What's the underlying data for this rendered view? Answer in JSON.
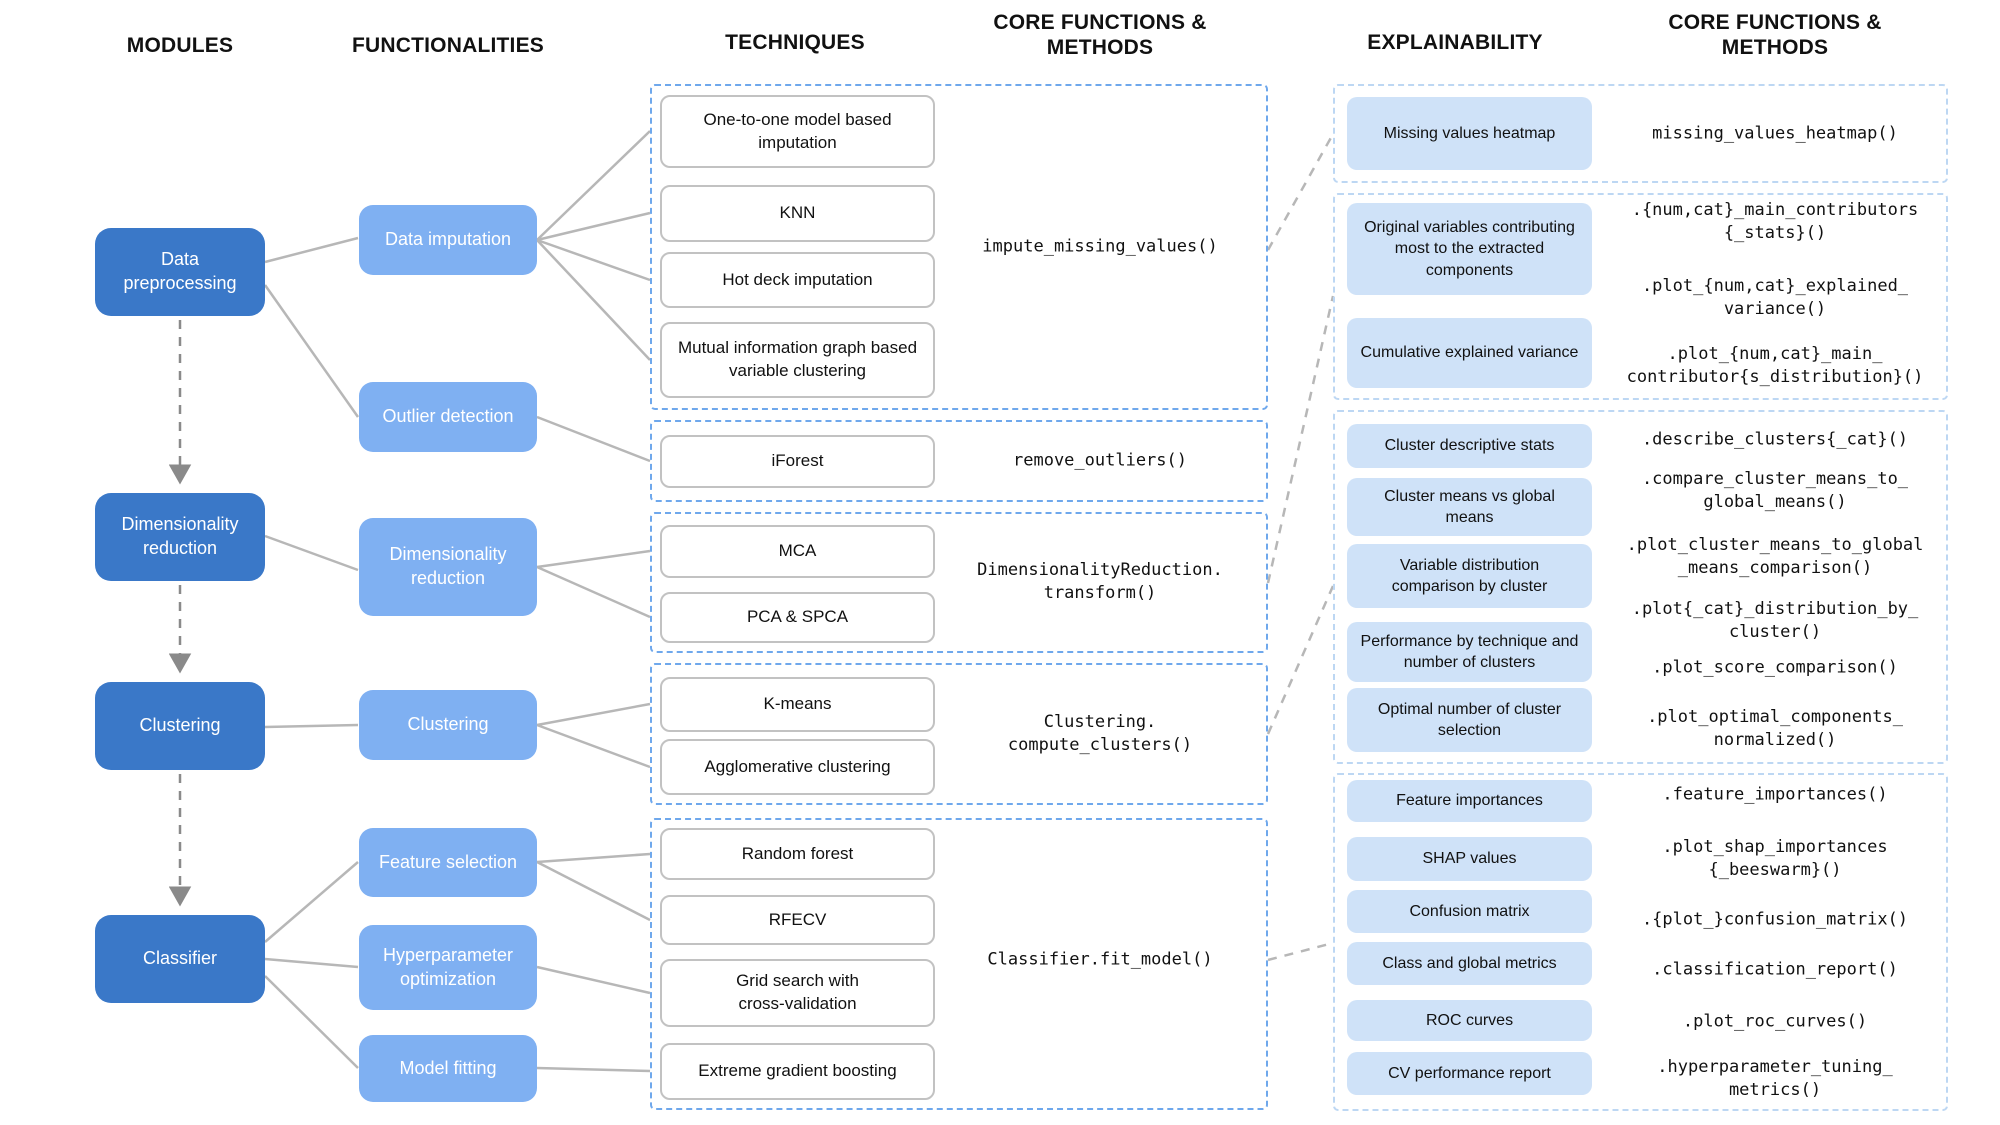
{
  "headers": {
    "modules": "MODULES",
    "functionalities": "FUNCTIONALITIES",
    "techniques": "TECHNIQUES",
    "core_functions_left": "CORE FUNCTIONS &\nMETHODS",
    "explainability": "EXPLAINABILITY",
    "core_functions_right": "CORE FUNCTIONS &\nMETHODS"
  },
  "modules": [
    {
      "label": "Data preprocessing"
    },
    {
      "label": "Dimensionality reduction"
    },
    {
      "label": "Clustering"
    },
    {
      "label": "Classifier"
    }
  ],
  "functionalities": [
    {
      "label": "Data imputation"
    },
    {
      "label": "Outlier detection"
    },
    {
      "label": "Dimensionality reduction"
    },
    {
      "label": "Clustering"
    },
    {
      "label": "Feature selection"
    },
    {
      "label": "Hyperparameter optimization"
    },
    {
      "label": "Model fitting"
    }
  ],
  "techniques": [
    {
      "label": "One-to-one model based imputation"
    },
    {
      "label": "KNN"
    },
    {
      "label": "Hot deck imputation"
    },
    {
      "label": "Mutual information graph based variable clustering"
    },
    {
      "label": "iForest"
    },
    {
      "label": "MCA"
    },
    {
      "label": "PCA & SPCA"
    },
    {
      "label": "K-means"
    },
    {
      "label": "Agglomerative clustering"
    },
    {
      "label": "Random forest"
    },
    {
      "label": "RFECV"
    },
    {
      "label": "Grid search with\ncross-validation"
    },
    {
      "label": "Extreme gradient boosting"
    }
  ],
  "core_functions": [
    {
      "label": "impute_missing_values()"
    },
    {
      "label": "remove_outliers()"
    },
    {
      "label": "DimensionalityReduction.\ntransform()"
    },
    {
      "label": "Clustering.\ncompute_clusters()"
    },
    {
      "label": "Classifier.fit_model()"
    }
  ],
  "explainability": [
    {
      "label": "Missing values heatmap"
    },
    {
      "label": "Original variables contributing most to the extracted components"
    },
    {
      "label": "Cumulative explained variance"
    },
    {
      "label": "Cluster descriptive stats"
    },
    {
      "label": "Cluster means vs global means"
    },
    {
      "label": "Variable distribution comparison by cluster"
    },
    {
      "label": "Performance by technique and number of clusters"
    },
    {
      "label": "Optimal number of cluster selection"
    },
    {
      "label": "Feature importances"
    },
    {
      "label": "SHAP values"
    },
    {
      "label": "Confusion matrix"
    },
    {
      "label": "Class and global metrics"
    },
    {
      "label": "ROC curves"
    },
    {
      "label": "CV performance report"
    }
  ],
  "explain_functions": [
    {
      "label": "missing_values_heatmap()"
    },
    {
      "label": ".{num,cat}_main_contributors\n{_stats}()"
    },
    {
      "label": ".plot_{num,cat}_explained_\nvariance()"
    },
    {
      "label": ".plot_{num,cat}_main_\ncontributor{s_distribution}()"
    },
    {
      "label": ".describe_clusters{_cat}()"
    },
    {
      "label": ".compare_cluster_means_to_\nglobal_means()"
    },
    {
      "label": ".plot_cluster_means_to_global\n_means_comparison()"
    },
    {
      "label": ".plot{_cat}_distribution_by_\ncluster()"
    },
    {
      "label": ".plot_score_comparison()"
    },
    {
      "label": ".plot_optimal_components_\nnormalized()"
    },
    {
      "label": ".feature_importances()"
    },
    {
      "label": ".plot_shap_importances\n{_beeswarm}()"
    },
    {
      "label": ".{plot_}confusion_matrix()"
    },
    {
      "label": ".classification_report()"
    },
    {
      "label": ".plot_roc_curves()"
    },
    {
      "label": ".hyperparameter_tuning_\nmetrics()"
    }
  ],
  "colors": {
    "module_blue": "#3a78c8",
    "functionality_blue": "#7fb0f2",
    "explainability_blue": "#cfe2f8",
    "techniques_dash_border": "#6fa8ec",
    "explainability_dash_border": "#bdd7f3",
    "connector_gray": "#b7b7b7",
    "module_arrow_gray": "#8a8a8a"
  }
}
